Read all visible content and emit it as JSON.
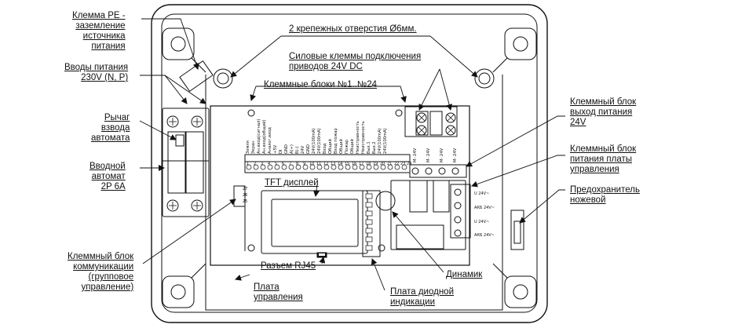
{
  "labels": {
    "pe_clamp": "Клемма PE -\nзаземление\nисточника\nпитания",
    "power_inputs": "Вводы питания\n230V (N, P)",
    "lever": "Рычаг\nвзвода\nавтомата",
    "breaker": "Вводной\nавтомат\n2P 6A",
    "comm_block": "Клеммный блок\nкоммуникации\n(групповое\nуправление)",
    "mount_holes": "2 крепежных отверстия Ø6мм.",
    "power_terminals": "Силовые клеммы подключения\nприводов 24V DC",
    "terminal_blocks": "Клеммные блоки №1..№24",
    "out_block": "Клеммный блок\nвыход питания\n24V",
    "ctrl_power_block": "Клеммный блок\nпитания платы\nуправления",
    "fuse": "Предохранитель\nножевой",
    "tft": "TFT дисплей",
    "rj45": "Разъем RJ45",
    "speaker": "Динамик",
    "ctrl_board": "Плата\nуправления",
    "diode_board": "Плата диодной\nиндикации"
  },
  "terminal_texts": [
    "Земля",
    "Экран",
    "Ан.вход(сигнал)",
    "Ан.вход(общий)",
    "Аналог.вход",
    "+5V",
    "DI",
    "GND",
    "A(+)",
    "B(-)",
    "24V",
    "GND",
    "24V(100mA)",
    "24V(100mA)",
    "Вход",
    "Общий",
    "Вход пожар",
    "Общий",
    "Пожар",
    "Общий",
    "Неисправность",
    "Неисправность",
    "Вых.1",
    "Вых.2",
    "24V(100mA)",
    "24V(100mA)"
  ],
  "terminal_numbers": [
    "1",
    "2",
    "3",
    "4",
    "5",
    "6",
    "7",
    "8",
    "9",
    "10",
    "11",
    "12",
    "13",
    "14",
    "15",
    "16",
    "17",
    "18",
    "19",
    "20",
    "21",
    "22",
    "23",
    "24"
  ],
  "comm_pins": [
    "27",
    "26",
    "25"
  ],
  "out_block_labels": [
    "M- 24V",
    "M- 24V",
    "M- 24V",
    "M- 24V"
  ],
  "ctrl_power_labels": [
    "U 24V~",
    "АКБ 24V~",
    "U 24V~",
    "АКБ 24V~"
  ]
}
